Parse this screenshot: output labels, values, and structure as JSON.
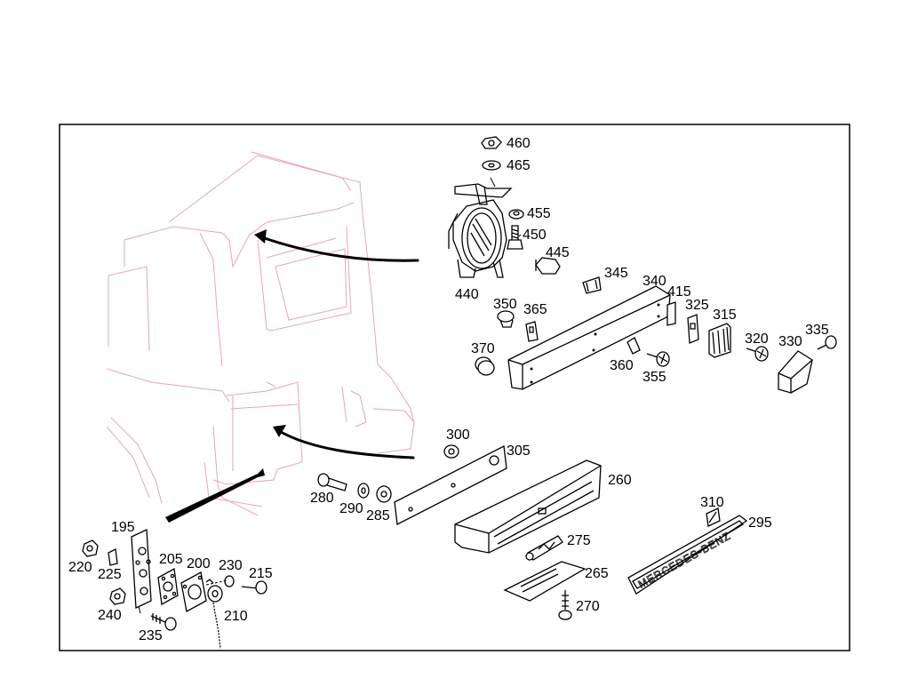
{
  "diagram": {
    "colors": {
      "frame": "#000000",
      "vehicle_outline": "#e6a6b3",
      "parts": "#000000",
      "labels": "#000000",
      "background": "#ffffff"
    },
    "badge_text": "MERCEDES-BENZ",
    "labels": {
      "p460": "460",
      "p465": "465",
      "p455": "455",
      "p450": "450",
      "p445": "445",
      "p440": "440",
      "p345": "345",
      "p340": "340",
      "p415": "415",
      "p325": "325",
      "p315": "315",
      "p335": "335",
      "p320": "320",
      "p330": "330",
      "p350": "350",
      "p365": "365",
      "p370": "370",
      "p360": "360",
      "p355": "355",
      "p300": "300",
      "p305": "305",
      "p260": "260",
      "p280": "280",
      "p290": "290",
      "p285": "285",
      "p310": "310",
      "p295": "295",
      "p275": "275",
      "p265": "265",
      "p270": "270",
      "p195": "195",
      "p205": "205",
      "p200": "200",
      "p230": "230",
      "p215": "215",
      "p220": "220",
      "p225": "225",
      "p240": "240",
      "p210": "210",
      "p235": "235"
    }
  }
}
